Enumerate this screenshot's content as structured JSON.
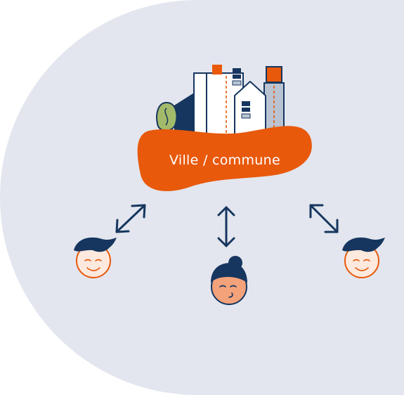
{
  "city": {
    "label": "Ville / commune"
  },
  "colors": {
    "background": "#e3e6ee",
    "accent_orange": "#e8590c",
    "navy": "#16365f",
    "face_light": "#fde9de",
    "face_dark": "#f3a27a",
    "tree_green": "#a2ba6a",
    "building_grey": "#b9c3d2"
  },
  "people": [
    {
      "name": "person-left",
      "hair": "short"
    },
    {
      "name": "person-center",
      "hair": "bun"
    },
    {
      "name": "person-right",
      "hair": "short"
    }
  ],
  "connections": [
    {
      "name": "arrow-left",
      "direction": "diagonal-bidirectional"
    },
    {
      "name": "arrow-center",
      "direction": "vertical-bidirectional"
    },
    {
      "name": "arrow-right",
      "direction": "diagonal-bidirectional"
    }
  ]
}
